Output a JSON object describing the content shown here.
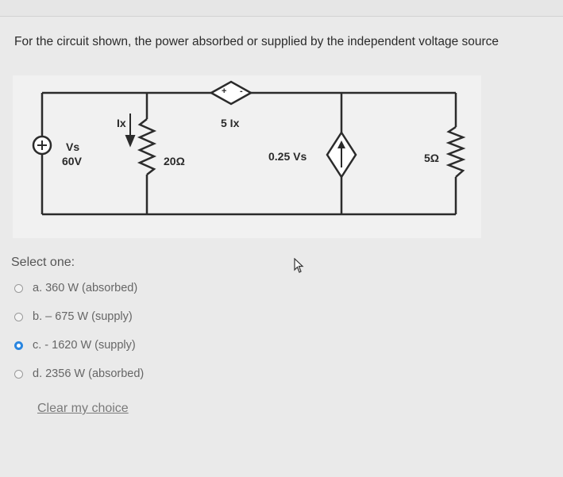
{
  "question": {
    "text": "For the circuit shown, the power absorbed or supplied by the independent voltage source"
  },
  "circuit": {
    "source_label": "Vs",
    "source_value": "60V",
    "current_label": "Ix",
    "resistor1": "20Ω",
    "dep_voltage_label": "5 Ix",
    "dep_voltage_plus": "+",
    "dep_voltage_minus": "-",
    "dep_current_label": "0.25 Vs",
    "resistor2": "5Ω"
  },
  "select_one_label": "Select one:",
  "options": [
    {
      "label": "a. 360 W (absorbed)",
      "selected": false
    },
    {
      "label": "b. – 675 W (supply)",
      "selected": false
    },
    {
      "label": "c. - 1620 W (supply)",
      "selected": true
    },
    {
      "label": "d. 2356 W (absorbed)",
      "selected": false
    }
  ],
  "clear_choice": "Clear my choice"
}
